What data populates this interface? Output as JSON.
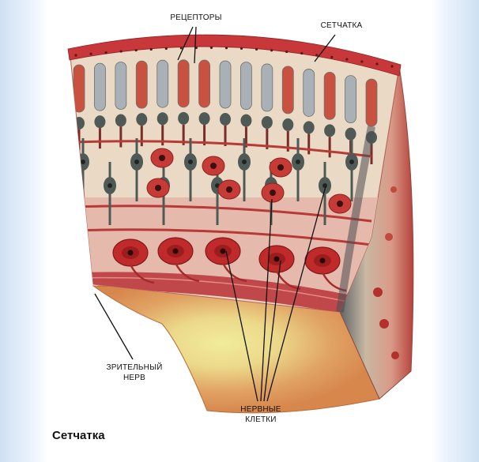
{
  "title": "Сетчатка",
  "labels": {
    "receptors": "РЕЦЕПТОРЫ",
    "retina": "СЕТЧАТКА",
    "optic_nerve_line1": "ЗРИТЕЛЬНЫЙ",
    "optic_nerve_line2": "НЕРВ",
    "nerve_cells_line1": "НЕРВНЫЕ",
    "nerve_cells_line2": "КЛЕТКИ"
  },
  "colors": {
    "outer_red": "#c8373a",
    "rod_grey": "#a9b1b6",
    "cone_red": "#c9513f",
    "cell_dark": "#4f5a57",
    "ganglion_red": "#c02a2a",
    "fill_pink": "#e8bfb4",
    "base_orange": "#d9894f",
    "base_yellow": "#efe79a",
    "side_dark": "#6c6e70"
  }
}
